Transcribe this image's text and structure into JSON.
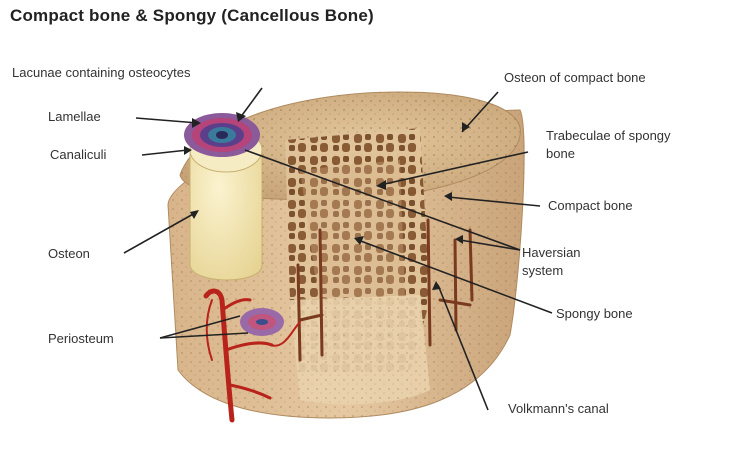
{
  "title": "Compact bone & Spongy (Cancellous Bone)",
  "labels": {
    "lacunae": "Lacunae containing osteocytes",
    "lamellae": "Lamellae",
    "canaliculi": "Canaliculi",
    "osteon": "Osteon",
    "periosteum": "Periosteum",
    "osteon_compact": "Osteon of compact bone",
    "trabeculae_line1": "Trabeculae of spongy",
    "trabeculae_line2": "bone",
    "compact_bone": "Compact bone",
    "haversian_line1": "Haversian",
    "haversian_line2": "system",
    "spongy_bone": "Spongy bone",
    "volkmann": "Volkmann's canal"
  },
  "colors": {
    "bone_outer": "#c9a77c",
    "bone_top": "#d9bb8f",
    "bone_light": "#ecd8b3",
    "spongy": "#7a4a25",
    "osteon_fill": "#f4e9b8",
    "vessel_red": "#b8241b",
    "vessel_blue": "#3a4e8c",
    "periosteum": "#8a5a9a"
  }
}
